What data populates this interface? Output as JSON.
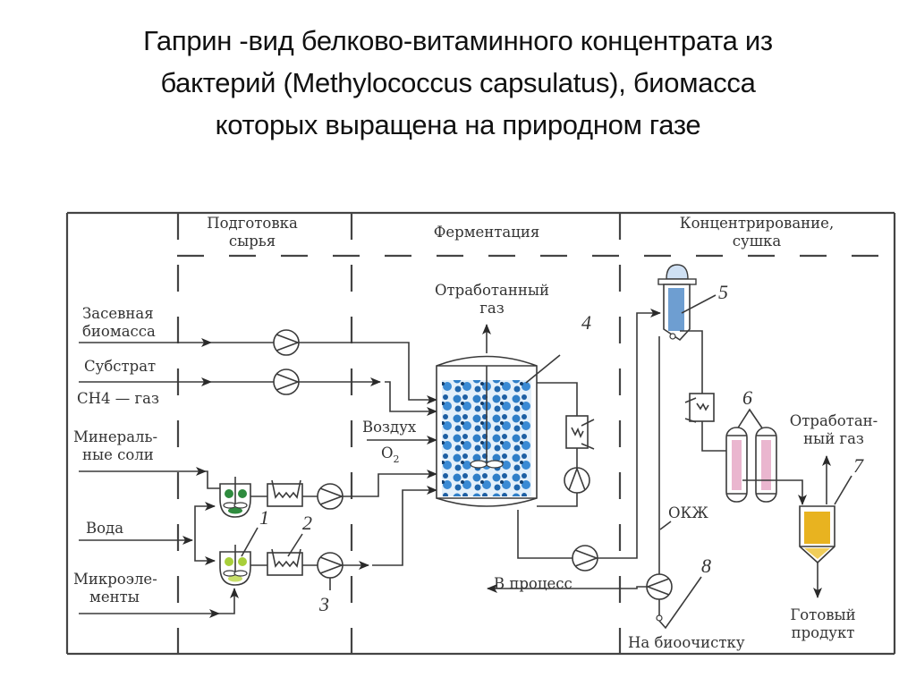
{
  "title": {
    "lines": [
      "Гаприн -вид белково-витаминного концентрата из",
      "бактерий (Methylococcus capsulatus), биомасса",
      "которых выращена на природном газе"
    ]
  },
  "diagram": {
    "sections": [
      {
        "label_lines": [
          "Подготовка",
          "сырья"
        ]
      },
      {
        "label_lines": [
          "Ферментация"
        ]
      },
      {
        "label_lines": [
          "Концентрирование,",
          "сушка"
        ]
      }
    ],
    "inputs": {
      "seed_biomass": [
        "Засевная",
        "биомасса"
      ],
      "substrate": "Субстрат",
      "methane": "CH4 — газ",
      "mineral_salts": [
        "Минераль-",
        "ные соли"
      ],
      "water": "Вода",
      "microelements": [
        "Микроэле-",
        "менты"
      ],
      "air": "Воздух",
      "oxygen": "O",
      "oxygen_sub": "2"
    },
    "outputs": {
      "exhaust_gas_fermenter": [
        "Отработанный",
        "газ"
      ],
      "exhaust_gas_dryer": [
        "Отработан-",
        "ный газ"
      ],
      "to_process": "В процесс",
      "to_biotreatment": "На биоочистку",
      "culture_liquid": "ОКЖ",
      "final_product": [
        "Готовый",
        "продукт"
      ]
    },
    "component_numbers": [
      "1",
      "2",
      "3",
      "4",
      "5",
      "6",
      "7",
      "8"
    ],
    "colors": {
      "fermenter_fill": "#2f7fc8",
      "mixer_upper_fill": "#2e8b3e",
      "mixer_lower_fill": "#a8cf3a",
      "filter_fill": "#d87aa8",
      "dryer_fill": "#e8b320",
      "separator_fill": "#4a86c5"
    }
  }
}
